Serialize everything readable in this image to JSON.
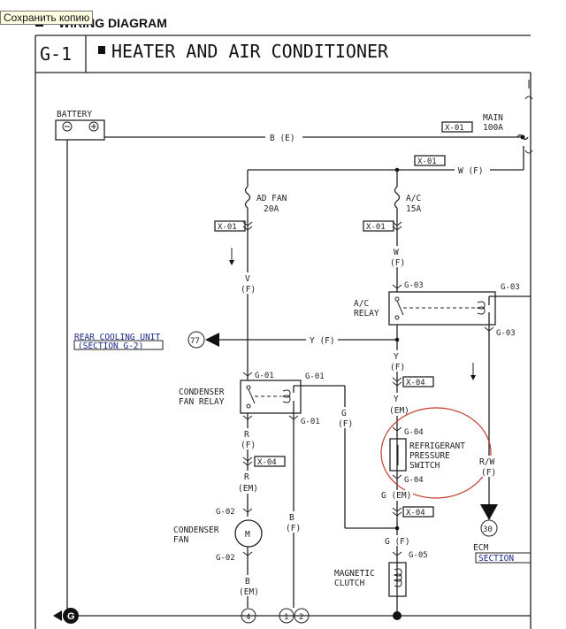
{
  "tooltip": "Сохранить копию",
  "header": "WIRING DIAGRAM",
  "section_code": "G-1",
  "title": "HEATER AND AIR CONDITIONER",
  "components": {
    "battery": "BATTERY",
    "main_fuse": [
      "MAIN",
      "100A"
    ],
    "ad_fan_fuse": [
      "AD FAN",
      "20A"
    ],
    "ac_fuse": [
      "A/C",
      "15A"
    ],
    "ac_relay": [
      "A/C",
      "RELAY"
    ],
    "condenser_fan_relay": [
      "CONDENSER",
      "FAN RELAY"
    ],
    "refrigerant_switch": [
      "REFRIGERANT",
      "PRESSURE",
      "SWITCH"
    ],
    "condenser_fan": [
      "CONDENSER",
      "FAN"
    ],
    "magnetic_clutch": [
      "MAGNETIC",
      "CLUTCH"
    ],
    "rear_cooling": "REAR COOLING UNIT",
    "rear_cooling_section": "(SECTION G-2)",
    "ecm": "ECM",
    "ecm_section": "SECTION"
  },
  "connectors": {
    "x01": "X-01",
    "x04": "X-04",
    "g01": "G-01",
    "g02": "G-02",
    "g03": "G-03",
    "g04": "G-04",
    "g05": "G-05"
  },
  "wires": {
    "b_e": "B (E)",
    "w_f": "W (F)",
    "w": "W",
    "v": "V",
    "f": "(F)",
    "em": "(EM)",
    "y_f": "Y (F)",
    "y": "Y",
    "g": "G",
    "r": "R",
    "b": "B",
    "rw": "R/W",
    "g_em": "G (EM)",
    "g_f": "G (F)"
  },
  "terminals": {
    "rear_cooling": "77",
    "ecm": "30",
    "t4": "4",
    "t1": "1",
    "t2": "2",
    "ground": "G"
  }
}
